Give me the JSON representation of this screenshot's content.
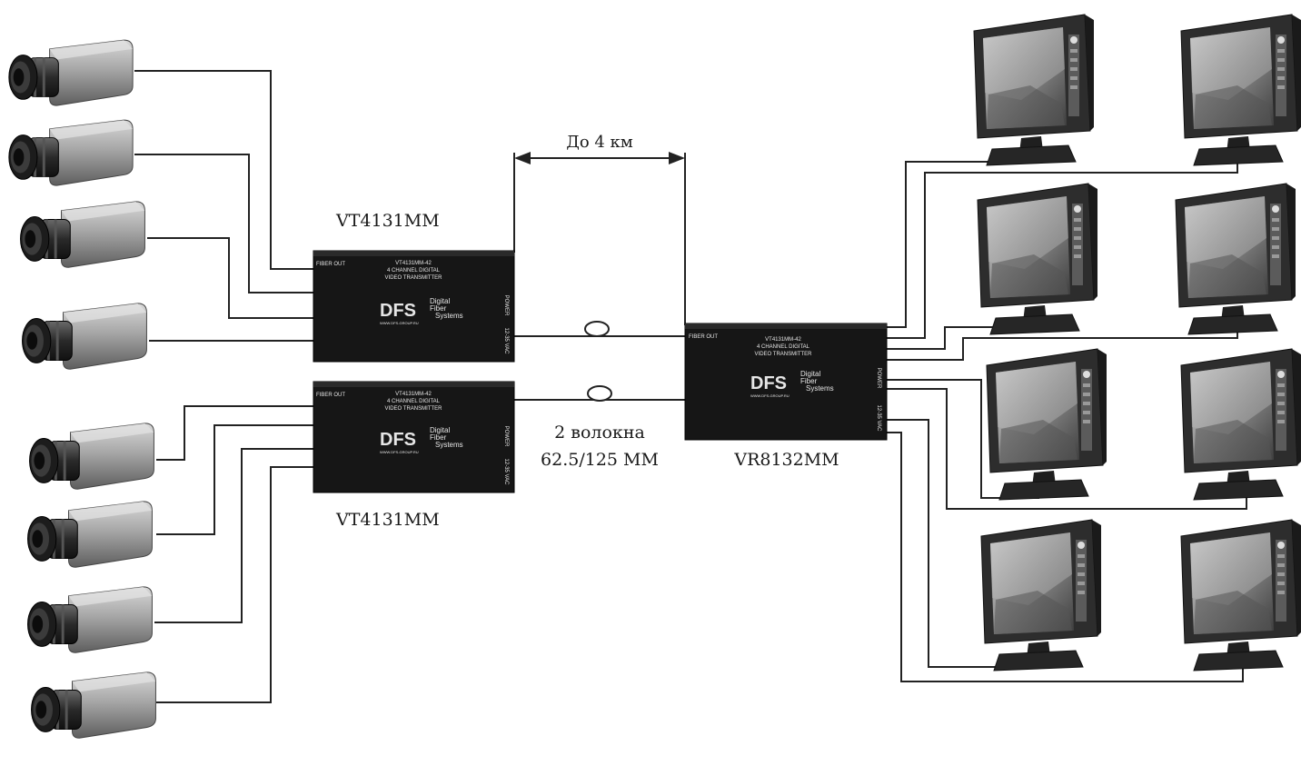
{
  "distance_label": "До 4 км",
  "fiber_label_line1": "2 волокна",
  "fiber_label_line2": "62.5/125 ММ",
  "transmitter_top": {
    "model": "VT4131MM",
    "fiber_out": "FIBER OUT",
    "line1": "VT4131MM-42",
    "line2": "4 CHANNEL DIGITAL",
    "line3": "VIDEO TRANSMITTER",
    "brand": "DFS",
    "brand_l1": "Digital",
    "brand_l2": "Fiber",
    "brand_l3": "Systems",
    "web": "WWW.DFS-GROUP.RU",
    "power": "POWER",
    "volts": "12-35 VAC"
  },
  "transmitter_bottom": {
    "model": "VT4131MM",
    "fiber_out": "FIBER OUT",
    "line1": "VT4131MM-42",
    "line2": "4 CHANNEL DIGITAL",
    "line3": "VIDEO TRANSMITTER",
    "brand": "DFS",
    "brand_l1": "Digital",
    "brand_l2": "Fiber",
    "brand_l3": "Systems",
    "web": "WWW.DFS-GROUP.RU",
    "power": "POWER",
    "volts": "12-35 VAC"
  },
  "receiver": {
    "model": "VR8132MM",
    "fiber_out": "FIBER OUT",
    "line1": "VT4131MM-42",
    "line2": "4 CHANNEL DIGITAL",
    "line3": "VIDEO TRANSMITTER",
    "brand": "DFS",
    "brand_l1": "Digital",
    "brand_l2": "Fiber",
    "brand_l3": "Systems",
    "web": "WWW.DFS-GROUP.RU",
    "power": "POWER",
    "volts": "12-35 VAC"
  }
}
